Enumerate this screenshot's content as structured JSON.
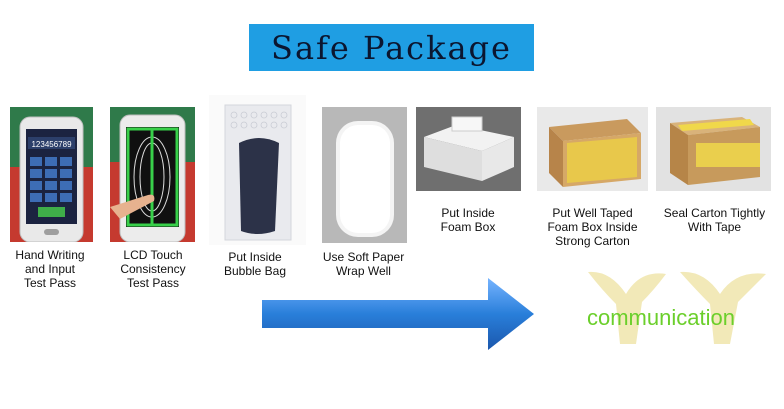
{
  "banner": {
    "title": "Safe Package"
  },
  "steps": [
    {
      "caption": "Hand Writing\nand Input\nTest Pass"
    },
    {
      "caption": "LCD Touch\nConsistency\nTest Pass"
    },
    {
      "caption": "Put Inside\nBubble Bag"
    },
    {
      "caption": "Use Soft Paper\nWrap Well"
    },
    {
      "caption": "Put Inside\nFoam Box"
    },
    {
      "caption": "Put Well Taped\nFoam Box Inside\nStrong Carton"
    },
    {
      "caption": "Seal Carton Tightly\nWith Tape"
    }
  ],
  "phone_screen": {
    "number": "123456789"
  },
  "logo": {
    "text": "communication"
  },
  "colors": {
    "banner": "#1f9ee3",
    "arrow": "#1e78d8",
    "logo_text": "#6bcf2b",
    "logo_mark": "#f2e9b8"
  },
  "icons": {
    "arrow": "right-arrow",
    "logo": "yy-logo-mark"
  }
}
